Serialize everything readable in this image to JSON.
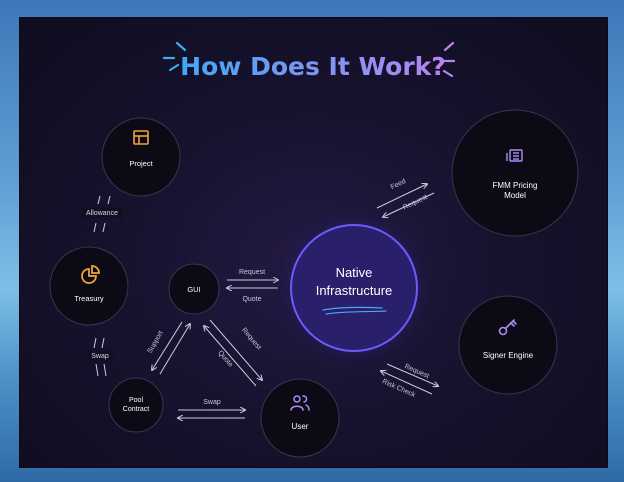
{
  "title": "How Does It Work?",
  "colors": {
    "title_gradient_start": "#3fa9f5",
    "title_gradient_end": "#b784f2",
    "accent_orange": "#f2a33c",
    "accent_purple": "#b08cf5",
    "center_ring": "#6a5cff"
  },
  "nodes": {
    "project": {
      "label": "Project",
      "icon": "layout-icon"
    },
    "fmm": {
      "label_line1": "FMM Pricing",
      "label_line2": "Model",
      "icon": "spreadsheet-icon"
    },
    "treasury": {
      "label": "Treasury",
      "icon": "pie-chart-icon"
    },
    "gui": {
      "label": "GUI"
    },
    "native": {
      "label_line1": "Native",
      "label_line2": "Infrastructure"
    },
    "signer": {
      "label": "Signer Engine",
      "icon": "key-icon"
    },
    "pool": {
      "label_line1": "Pool",
      "label_line2": "Contract"
    },
    "user": {
      "label": "User",
      "icon": "users-icon"
    }
  },
  "edges": {
    "project_treasury": "Allowance",
    "treasury_pool": "Swap",
    "gui_native_top": "Request",
    "gui_native_bottom": "Quote",
    "gui_pool": "Support",
    "gui_user_request": "Request",
    "gui_user_quote": "Quote",
    "pool_user": "Swap",
    "native_fmm_feed": "Feed",
    "native_fmm_request": "Request",
    "native_signer_request": "Request",
    "native_signer_risk": "Risk Check"
  }
}
